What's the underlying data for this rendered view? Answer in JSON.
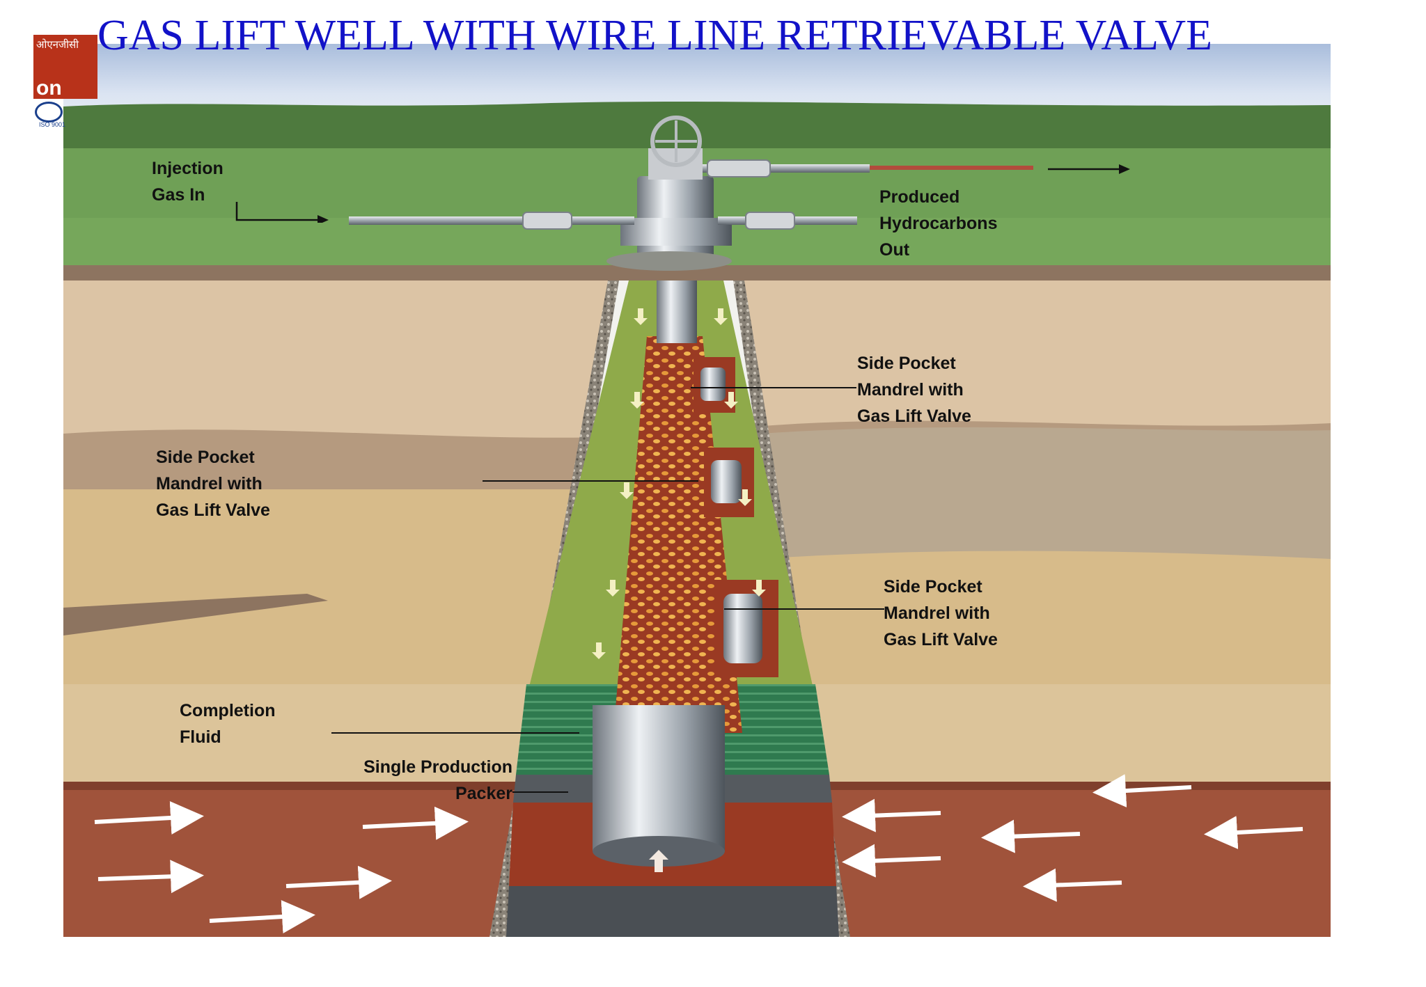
{
  "title": "GAS LIFT WELL WITH WIRE LINE RETRIEVABLE VALVE",
  "logo": {
    "hindi_text": "ओएनजीसी",
    "word": "on",
    "iso_text": "ISO 9001",
    "color": "#b8321a"
  },
  "labels": {
    "injection_gas_in": "Injection\nGas In",
    "produced_hydrocarbons_out": "Produced\nHydrocarbons\nOut",
    "side_pocket_upper_right": "Side Pocket\nMandrel with\nGas Lift Valve",
    "side_pocket_left": "Side Pocket\nMandrel with\nGas Lift Valve",
    "side_pocket_lower_right": "Side Pocket\nMandrel with\nGas Lift Valve",
    "completion_fluid": "Completion\nFluid",
    "single_production_packer": "Single Production\nPacker"
  },
  "colors": {
    "title": "#1212c8",
    "sky": "#c9d6ea",
    "grass": "#6fa056",
    "formation_tan": "#d9c09a",
    "reservoir": "#a0533b",
    "tubing_fluid": "#9a3a23",
    "annulus_gas": "#8faa4a",
    "completion_fluid": "#2f7a4f"
  }
}
